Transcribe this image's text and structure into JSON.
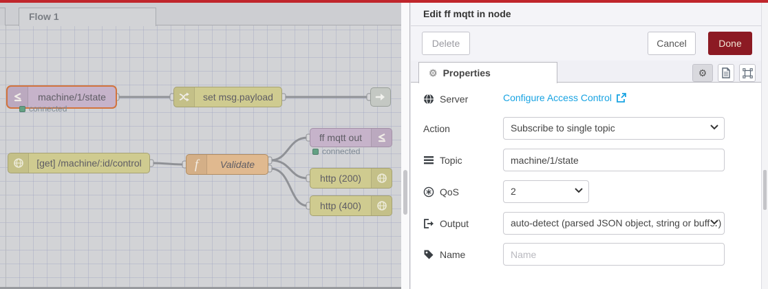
{
  "flow": {
    "tab_label": "Flow 1",
    "nodes": {
      "mqtt_in": {
        "label": "machine/1/state",
        "status": "connected"
      },
      "change": {
        "label": "set msg.payload"
      },
      "http_in": {
        "label": "[get] /machine/:id/control"
      },
      "function": {
        "label": "Validate"
      },
      "mqtt_out": {
        "label": "ff mqtt out",
        "status": "connected"
      },
      "http_response_200": {
        "label": "http (200)"
      },
      "http_response_400": {
        "label": "http (400)"
      }
    }
  },
  "edit_panel": {
    "title": "Edit ff mqtt in node",
    "delete_label": "Delete",
    "cancel_label": "Cancel",
    "done_label": "Done",
    "properties_tab_label": "Properties",
    "fields": {
      "server": {
        "label": "Server",
        "link_text": "Configure Access Control"
      },
      "action": {
        "label": "Action",
        "value": "Subscribe to single topic"
      },
      "topic": {
        "label": "Topic",
        "value": "machine/1/state"
      },
      "qos": {
        "label": "QoS",
        "value": "2"
      },
      "output": {
        "label": "Output",
        "value": "auto-detect (parsed JSON object, string or buffer)"
      },
      "name": {
        "label": "Name",
        "placeholder": "Name"
      }
    }
  },
  "icons": {
    "properties_gear": "⚙",
    "mini_gear": "⚙"
  },
  "colors": {
    "accent_red": "#c0262c",
    "done_button": "#8c1a23",
    "link_blue": "#18a3e2",
    "status_green": "#63a183",
    "node_mqtt_purple": "#c6b3ca",
    "node_olive": "#cfcb90",
    "node_function_orange": "#e0b98f",
    "selection_orange": "#d2733c"
  }
}
